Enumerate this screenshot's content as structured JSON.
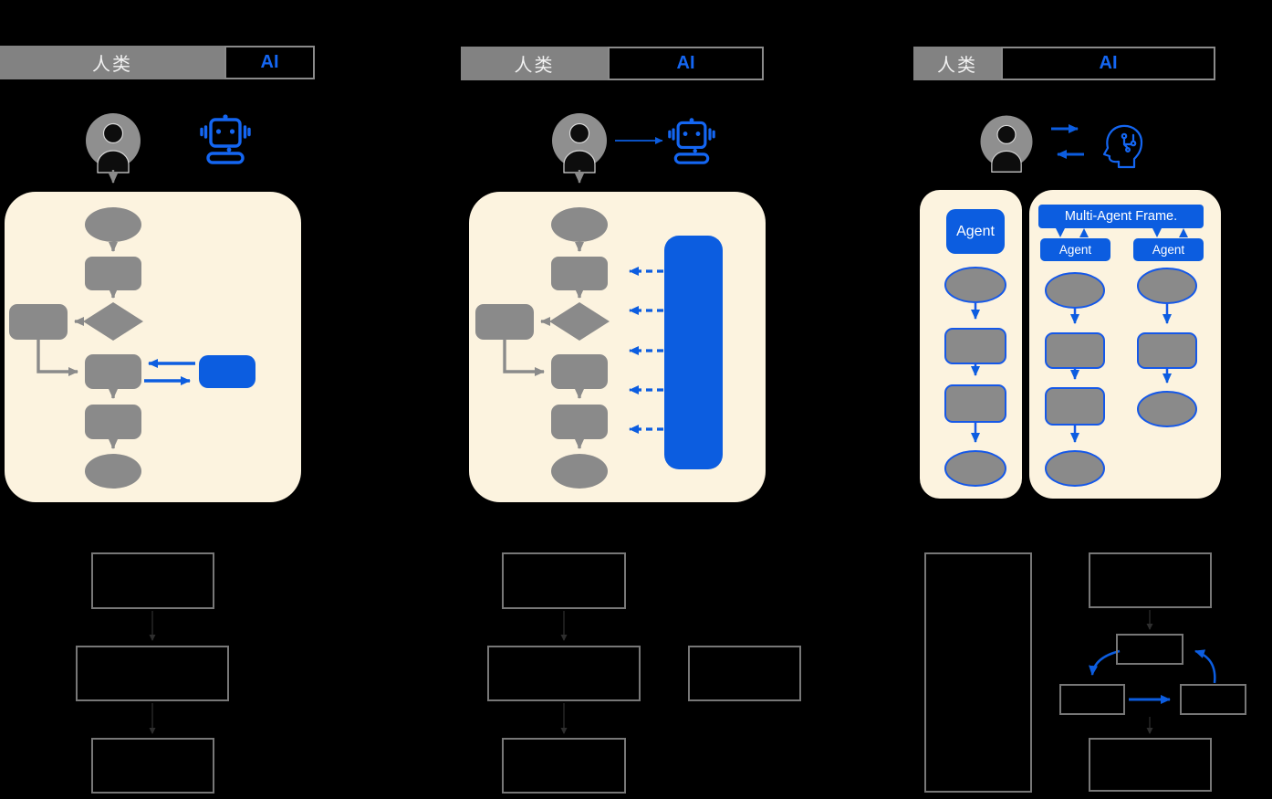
{
  "diagram_title": "human-vs-ai-workflow-comparison",
  "columns": [
    {
      "name": "human-led",
      "header": {
        "human_label": "人类",
        "ai_label": "AI"
      }
    },
    {
      "name": "ai-assisted",
      "header": {
        "human_label": "人类",
        "ai_label": "AI"
      }
    },
    {
      "name": "agent-driven",
      "header": {
        "human_label": "人类",
        "ai_label": "AI"
      }
    }
  ],
  "agents": {
    "single_label": "Agent",
    "frame_label": "Multi-Agent Frame.",
    "left_label": "Agent",
    "right_label": "Agent"
  },
  "icons": {
    "human": "user-avatar-icon",
    "ai_robot": "robot-icon",
    "ai_head": "ai-brain-head-icon"
  },
  "colors": {
    "background": "#000000",
    "accent_blue": "#0c5de0",
    "icon_blue": "#1466f2",
    "panel_cream": "#fcf3df",
    "shape_gray": "#8a8a8a",
    "header_gray": "#828282",
    "box_border_gray": "#777777",
    "header_text": "#f2f2f2"
  }
}
